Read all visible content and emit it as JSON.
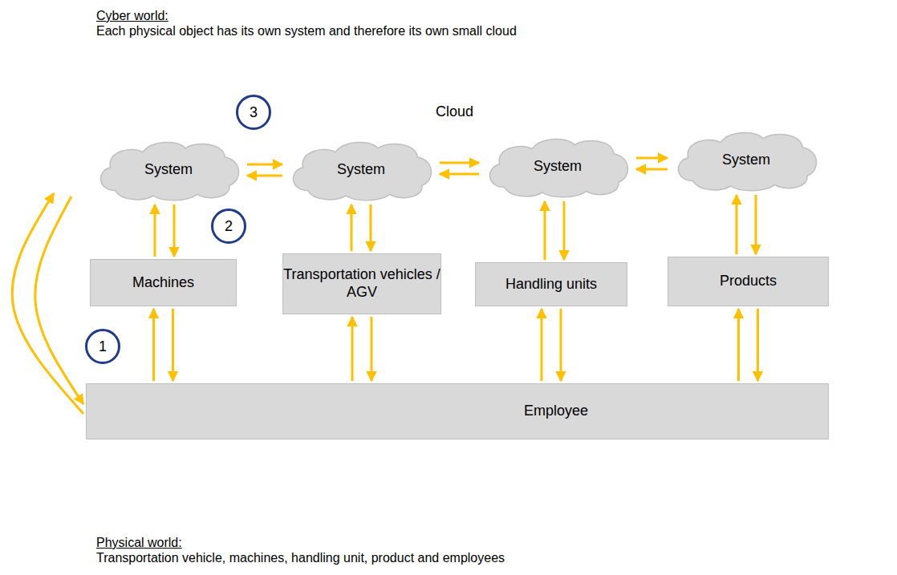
{
  "diagram": {
    "nodes": [
      {
        "text": [
          "Cloud"
        ]
      },
      {
        "text": [
          "System"
        ],
        "in": 0
      },
      {
        "text": [
          "System"
        ],
        "in": 0
      },
      {
        "text": [
          "System"
        ],
        "in": 0
      },
      {
        "text": [
          "System"
        ],
        "in": 0
      },
      {
        "text": [
          "Machines"
        ]
      },
      {
        "text": [
          "Transportation vehicles / AGV"
        ]
      },
      {
        "text": [
          "Handling units"
        ]
      },
      {
        "text": [
          "Products"
        ]
      },
      {
        "text": [
          "Employee"
        ]
      }
    ],
    "edges": [
      {
        "from": 1,
        "to": 2,
        "arrow": "to"
      },
      {
        "from": 2,
        "to": 1,
        "arrow": "to"
      },
      {
        "from": 2,
        "to": 3,
        "arrow": "to"
      },
      {
        "from": 3,
        "to": 2,
        "arrow": "to"
      },
      {
        "from": 3,
        "to": 4,
        "arrow": "to"
      },
      {
        "from": 4,
        "to": 3,
        "arrow": "to"
      },
      {
        "from": 5,
        "to": 1,
        "arrow": "to"
      },
      {
        "from": 1,
        "to": 5,
        "arrow": "to"
      },
      {
        "from": 6,
        "to": 2,
        "arrow": "to"
      },
      {
        "from": 2,
        "to": 6,
        "arrow": "to"
      },
      {
        "from": 7,
        "to": 3,
        "arrow": "to"
      },
      {
        "from": 3,
        "to": 7,
        "arrow": "to"
      },
      {
        "from": 8,
        "to": 4,
        "arrow": "to"
      },
      {
        "from": 4,
        "to": 8,
        "arrow": "to"
      },
      {
        "from": 9,
        "to": 5,
        "arrow": "to"
      },
      {
        "from": 5,
        "to": 9,
        "arrow": "to"
      },
      {
        "from": 9,
        "to": 6,
        "arrow": "to"
      },
      {
        "from": 6,
        "to": 9,
        "arrow": "to"
      },
      {
        "from": 9,
        "to": 7,
        "arrow": "to"
      },
      {
        "from": 7,
        "to": 9,
        "arrow": "to"
      },
      {
        "from": 9,
        "to": 8,
        "arrow": "to"
      },
      {
        "from": 8,
        "to": 9,
        "arrow": "to"
      },
      {
        "from": 9,
        "to": 0,
        "arrow": "to"
      },
      {
        "from": 0,
        "to": 9,
        "arrow": "to"
      }
    ],
    "labels": [
      "Cyber world:",
      "Each physical object has its own system and therefore its own small cloud",
      "Physical world:",
      "Transportation vehicle, machines, handling unit, product and employees",
      "1",
      "2",
      "3"
    ]
  }
}
